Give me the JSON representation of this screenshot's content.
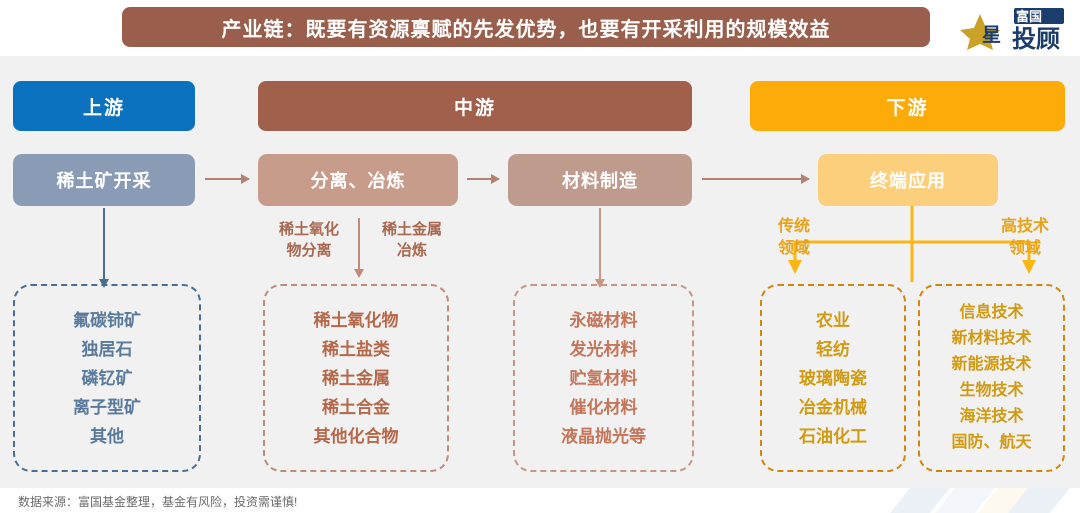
{
  "title": {
    "banner_text": "产业链：既要有资源禀赋的先发优势，也要有开采利用的规模效益",
    "banner_color": "#9a5f4c",
    "logo_brand": "富国",
    "logo_product": "投顾",
    "logo_star": "星"
  },
  "segments": [
    {
      "label": "上游",
      "color": "#0b72bf"
    },
    {
      "label": "中游",
      "color": "#a0604b"
    },
    {
      "label": "下游",
      "color": "#fcab09"
    }
  ],
  "process": [
    {
      "label": "稀土矿开采",
      "color": "#8a9cb5"
    },
    {
      "label": "分离、冶炼",
      "color": "#c79c8b"
    },
    {
      "label": "材料制造",
      "color": "#bf9b8d"
    },
    {
      "label": "终端应用",
      "color": "#fbcf7c"
    }
  ],
  "mid_labels": {
    "left": "稀土氧化\n物分离",
    "right": "稀土金属\n冶炼",
    "color": "#a8684f"
  },
  "downstream_labels": {
    "left": "传统\n领域",
    "right": "高技术\n领域",
    "color": "#e8a317"
  },
  "columns": [
    {
      "name": "upstream-ore",
      "border_color": "#4a6e93",
      "text_color": "#5a7a9d",
      "items": [
        "氟碳铈矿",
        "独居石",
        "磷钇矿",
        "离子型矿",
        "其他"
      ]
    },
    {
      "name": "separation-smelting-products",
      "border_color": "#c08b77",
      "text_color": "#b5684a",
      "items": [
        "稀土氧化物",
        "稀土盐类",
        "稀土金属",
        "稀土合金",
        "其他化合物"
      ]
    },
    {
      "name": "material-manufacturing",
      "border_color": "#c79684",
      "text_color": "#c4765a",
      "items": [
        "永磁材料",
        "发光材料",
        "贮氢材料",
        "催化材料",
        "液晶抛光等"
      ]
    },
    {
      "name": "traditional-applications",
      "border_color": "#d2860c",
      "text_color": "#d19a11",
      "items": [
        "农业",
        "轻纺",
        "玻璃陶瓷",
        "冶金机械",
        "石油化工"
      ]
    },
    {
      "name": "hightech-applications",
      "border_color": "#d2860c",
      "text_color": "#d19a11",
      "items": [
        "信息技术",
        "新材料技术",
        "新能源技术",
        "生物技术",
        "海洋技术",
        "国防、航天"
      ]
    }
  ],
  "footer": {
    "source": "数据来源：富国基金整理，基金有风险，投资需谨慎!"
  }
}
